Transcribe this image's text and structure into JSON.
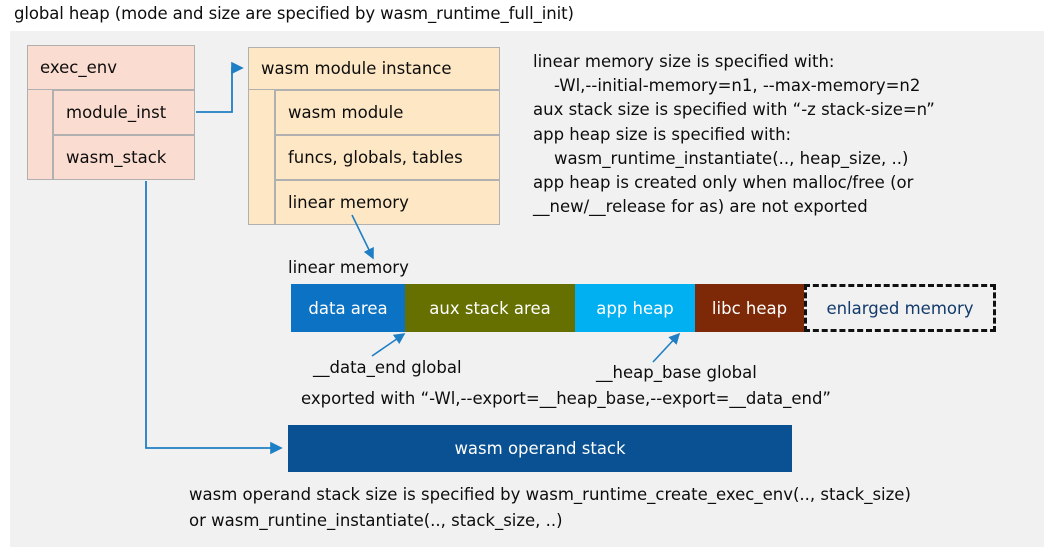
{
  "title": "global heap (mode and size are specified by wasm_runtime_full_init)",
  "colors": {
    "canvas_bg": "#f1f1f1",
    "exec_env_fill": "#fbdcd0",
    "module_instance_fill": "#fde7c4",
    "box_border": "#b0b0b0",
    "data_area": "#0b72c4",
    "aux_stack_area": "#667000",
    "app_heap": "#00b0f0",
    "libc_heap": "#7d2908",
    "enlarged_memory_border": "#111111",
    "enlarged_memory_text": "#123a6b",
    "operand_stack_fill": "#0a5193",
    "connector": "#1f7fc4"
  },
  "exec_env": {
    "header": "exec_env",
    "fields": [
      {
        "label": "module_inst"
      },
      {
        "label": "wasm_stack"
      }
    ]
  },
  "module_instance": {
    "header": "wasm module instance",
    "rows": [
      {
        "label": "wasm module"
      },
      {
        "label": "funcs, globals, tables"
      },
      {
        "label": "linear memory"
      }
    ]
  },
  "notes": "linear memory size is specified with:\n    -Wl,--initial-memory=n1, --max-memory=n2\naux stack size is specified with “-z stack-size=n”\napp heap size is specified with:\n    wasm_runtime_instantiate(.., heap_size, ..)\napp heap is created only when malloc/free (or\n__new/__release for as) are not exported",
  "linear_memory": {
    "caption": "linear memory",
    "segments": [
      {
        "label": "data area",
        "color": "#0b72c4",
        "width": 114,
        "style": "solid",
        "text_color": "#ffffff"
      },
      {
        "label": "aux stack area",
        "color": "#667000",
        "width": 170,
        "style": "solid",
        "text_color": "#ffffff"
      },
      {
        "label": "app heap",
        "color": "#00b0f0",
        "width": 120,
        "style": "solid",
        "text_color": "#ffffff"
      },
      {
        "label": "libc heap",
        "color": "#7d2908",
        "width": 109,
        "style": "solid",
        "text_color": "#ffffff"
      },
      {
        "label": "enlarged memory",
        "color": "#f1f1f1",
        "width": 192,
        "style": "dashed",
        "text_color": "#123a6b"
      }
    ]
  },
  "annotations": {
    "data_end": "__data_end global",
    "heap_base": "__heap_base global",
    "exported": "exported with “-Wl,--export=__heap_base,--export=__data_end”"
  },
  "operand_stack": {
    "label": "wasm operand stack",
    "notes": "wasm operand stack size is specified by wasm_runtime_create_exec_env(.., stack_size)\nor wasm_runtine_instantiate(.., stack_size, ..)"
  }
}
